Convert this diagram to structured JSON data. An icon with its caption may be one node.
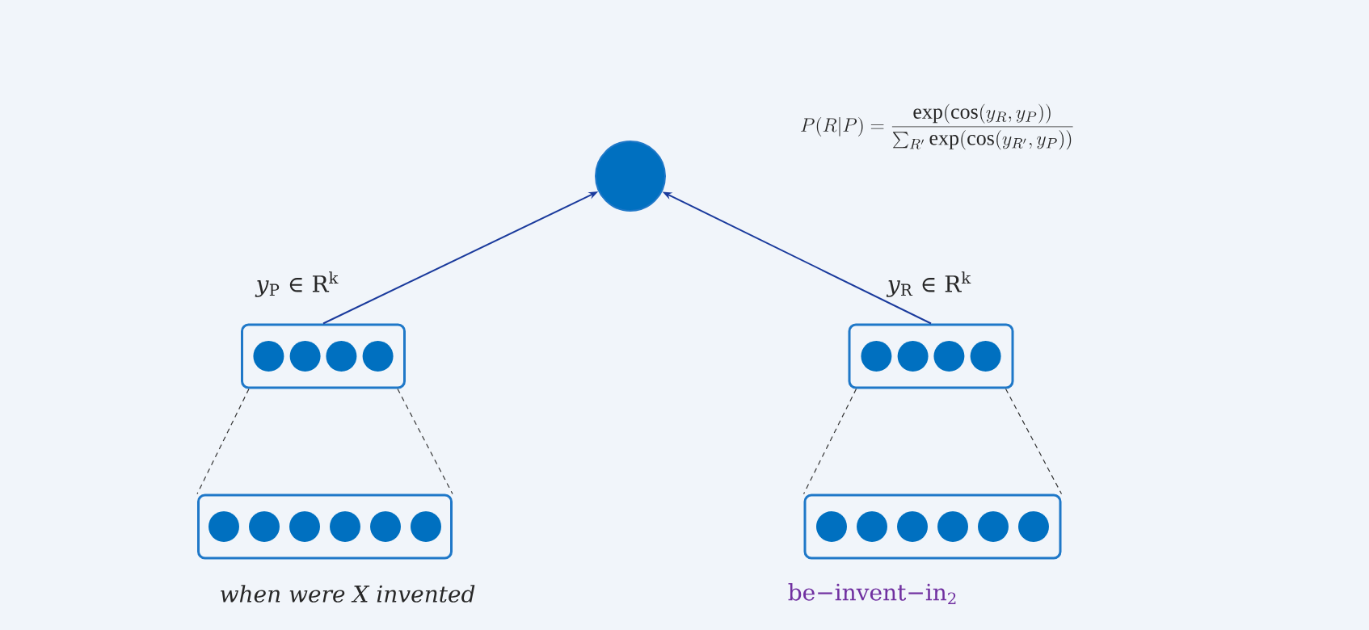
{
  "diagram": {
    "nodes": [
      {
        "text": [],
        "shape": "circle"
      },
      {
        "text": [
          "*y*$_{P}$ ∈ R$^{k}$"
        ]
      },
      {
        "text": [
          "*y*$_{R}$ ∈ R$^{k}$"
        ]
      },
      {
        "text": [
          "when were X invented"
        ]
      },
      {
        "text": [
          "be−invent−in$_{2}$"
        ]
      }
    ],
    "edges": [
      {
        "from": 1,
        "to": 0,
        "arrow": "to",
        "color": "#1a3a9c"
      },
      {
        "from": 2,
        "to": 0,
        "arrow": "to",
        "color": "#1a3a9c"
      },
      {
        "from": 1,
        "to": 3,
        "arrow": "none",
        "style": "dashed"
      },
      {
        "from": 1,
        "to": 3,
        "arrow": "none",
        "style": "dashed"
      },
      {
        "from": 2,
        "to": 4,
        "arrow": "none",
        "style": "dashed"
      },
      {
        "from": 2,
        "to": 4,
        "arrow": "none",
        "style": "dashed"
      }
    ],
    "labels": [
      "P(R|P)=\\frac{\\exp(\\cos(y_R,y_P))}{\\sum_{R'}\\exp(\\cos(y_{R'},y_P))}"
    ]
  }
}
